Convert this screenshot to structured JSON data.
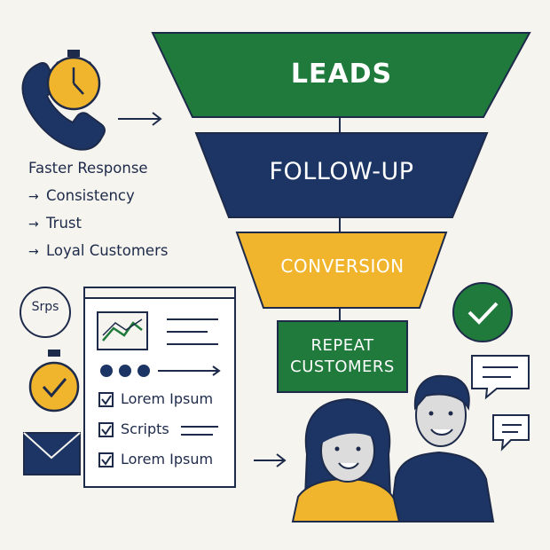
{
  "funnel": {
    "stages": [
      {
        "label": "LEADS",
        "color": "#1f7a3c"
      },
      {
        "label": "FOLLOW-UP",
        "color": "#1c3565"
      },
      {
        "label": "CONVERSION",
        "color": "#f0b52d"
      },
      {
        "label_line1": "REPEAT",
        "label_line2": "CUSTOMERS",
        "color": "#1f7a3c"
      }
    ]
  },
  "benefit_chain": {
    "items": [
      "Faster Response",
      "Consistency",
      "Trust",
      "Loyal Customers"
    ],
    "arrow": "→"
  },
  "checklist_panel": {
    "badge": "Srps",
    "items": [
      "Lorem Ipsum",
      "Scripts",
      "Lorem Ipsum"
    ]
  },
  "icons": [
    "phone-icon",
    "stopwatch-icon",
    "check-stopwatch-icon",
    "envelope-icon",
    "chart-icon",
    "check-badge-icon",
    "chat-bubble-icon",
    "woman-avatar",
    "man-avatar"
  ],
  "colors": {
    "navy": "#1c3565",
    "green": "#1f7a3c",
    "yellow": "#f0b52d",
    "background": "#f6f4ee"
  }
}
